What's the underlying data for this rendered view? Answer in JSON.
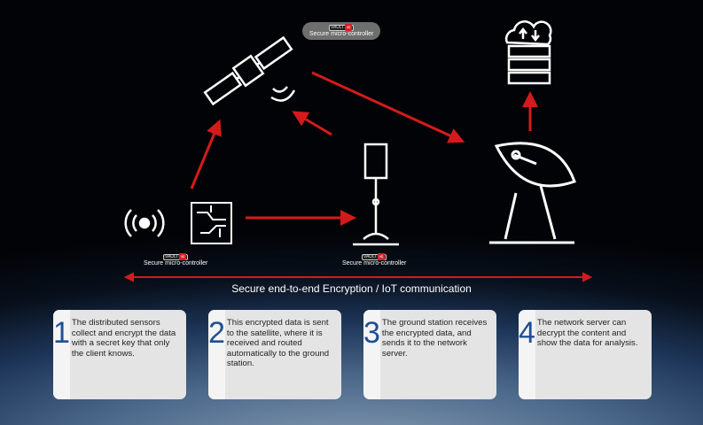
{
  "chip_label": "Secure micro-controller",
  "logo_text": "VAULT",
  "logo_badge": "IC",
  "caption": "Secure end-to-end Encryption / IoT communication",
  "steps": [
    {
      "number": "1",
      "text": "The distributed sensors collect and encrypt the data with a secret key that only the client knows."
    },
    {
      "number": "2",
      "text": "This encrypted data is sent to the satellite, where it is received and routed automatically to the ground station."
    },
    {
      "number": "3",
      "text": "The ground station receives the encrypted data, and sends it to the network server."
    },
    {
      "number": "4",
      "text": "The network server can decrypt the content and show the data for analysis."
    }
  ],
  "colors": {
    "arrow": "#d41b1b",
    "number": "#1f4f94"
  }
}
